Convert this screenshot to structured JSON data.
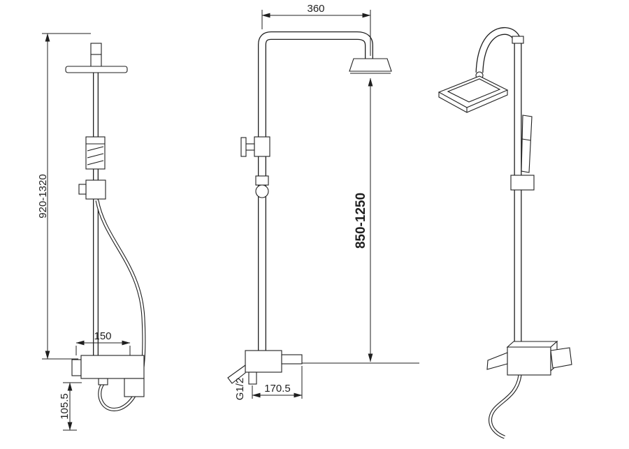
{
  "colors": {
    "background": "#ffffff",
    "line": "#1f1f1f"
  },
  "dimensions": {
    "overall_height": "920-1320",
    "bracket_width": "150",
    "lower_offset": "105.5",
    "arm_reach": "360",
    "riser_height": "850-1250",
    "thread": "G1/2",
    "spout_reach": "170.5"
  }
}
